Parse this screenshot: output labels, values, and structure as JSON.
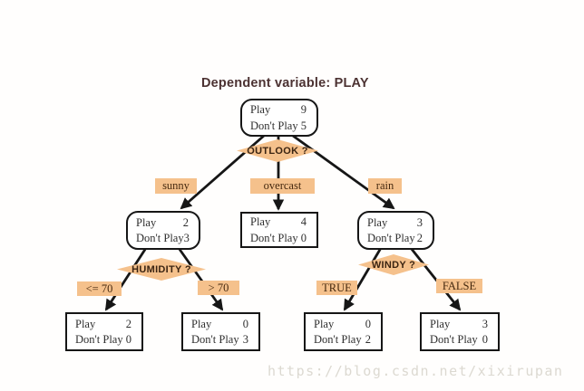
{
  "title": "Dependent variable: PLAY",
  "watermark": "https://blog.csdn.net/xixirupan",
  "colors": {
    "accent_orange": "#f5c18c",
    "edge_black": "#161616",
    "title_text": "#4c3232",
    "branch_label_text": "#46290f",
    "node_text": "#2e2e2e",
    "watermark_text": "#dcd9d1",
    "background": "#fffefd"
  },
  "decisions": {
    "outlook": "OUTLOOK ?",
    "humidity": "HUMIDITY ?",
    "windy": "WINDY ?"
  },
  "branches": {
    "sunny": "sunny",
    "overcast": "overcast",
    "rain": "rain",
    "humidity_le": "<= 70",
    "humidity_gt": "> 70",
    "windy_true": "TRUE",
    "windy_false": "FALSE"
  },
  "nodes": {
    "root": {
      "rows": [
        {
          "label": "Play",
          "value": "9"
        },
        {
          "label": "Don't Play",
          "value": "5"
        }
      ]
    },
    "sunny": {
      "rows": [
        {
          "label": "Play",
          "value": "2"
        },
        {
          "label": "Don't Play",
          "value": "3"
        }
      ]
    },
    "overcast": {
      "rows": [
        {
          "label": "Play",
          "value": "4"
        },
        {
          "label": "Don't Play",
          "value": "0"
        }
      ]
    },
    "rain": {
      "rows": [
        {
          "label": "Play",
          "value": "3"
        },
        {
          "label": "Don't Play",
          "value": "2"
        }
      ]
    },
    "humidity_le": {
      "rows": [
        {
          "label": "Play",
          "value": "2"
        },
        {
          "label": "Don't Play",
          "value": "0"
        }
      ]
    },
    "humidity_gt": {
      "rows": [
        {
          "label": "Play",
          "value": "0"
        },
        {
          "label": "Don't Play",
          "value": "3"
        }
      ]
    },
    "windy_true": {
      "rows": [
        {
          "label": "Play",
          "value": "0"
        },
        {
          "label": "Don't Play",
          "value": "2"
        }
      ]
    },
    "windy_false": {
      "rows": [
        {
          "label": "Play",
          "value": "3"
        },
        {
          "label": "Don't Play",
          "value": "0"
        }
      ]
    }
  }
}
